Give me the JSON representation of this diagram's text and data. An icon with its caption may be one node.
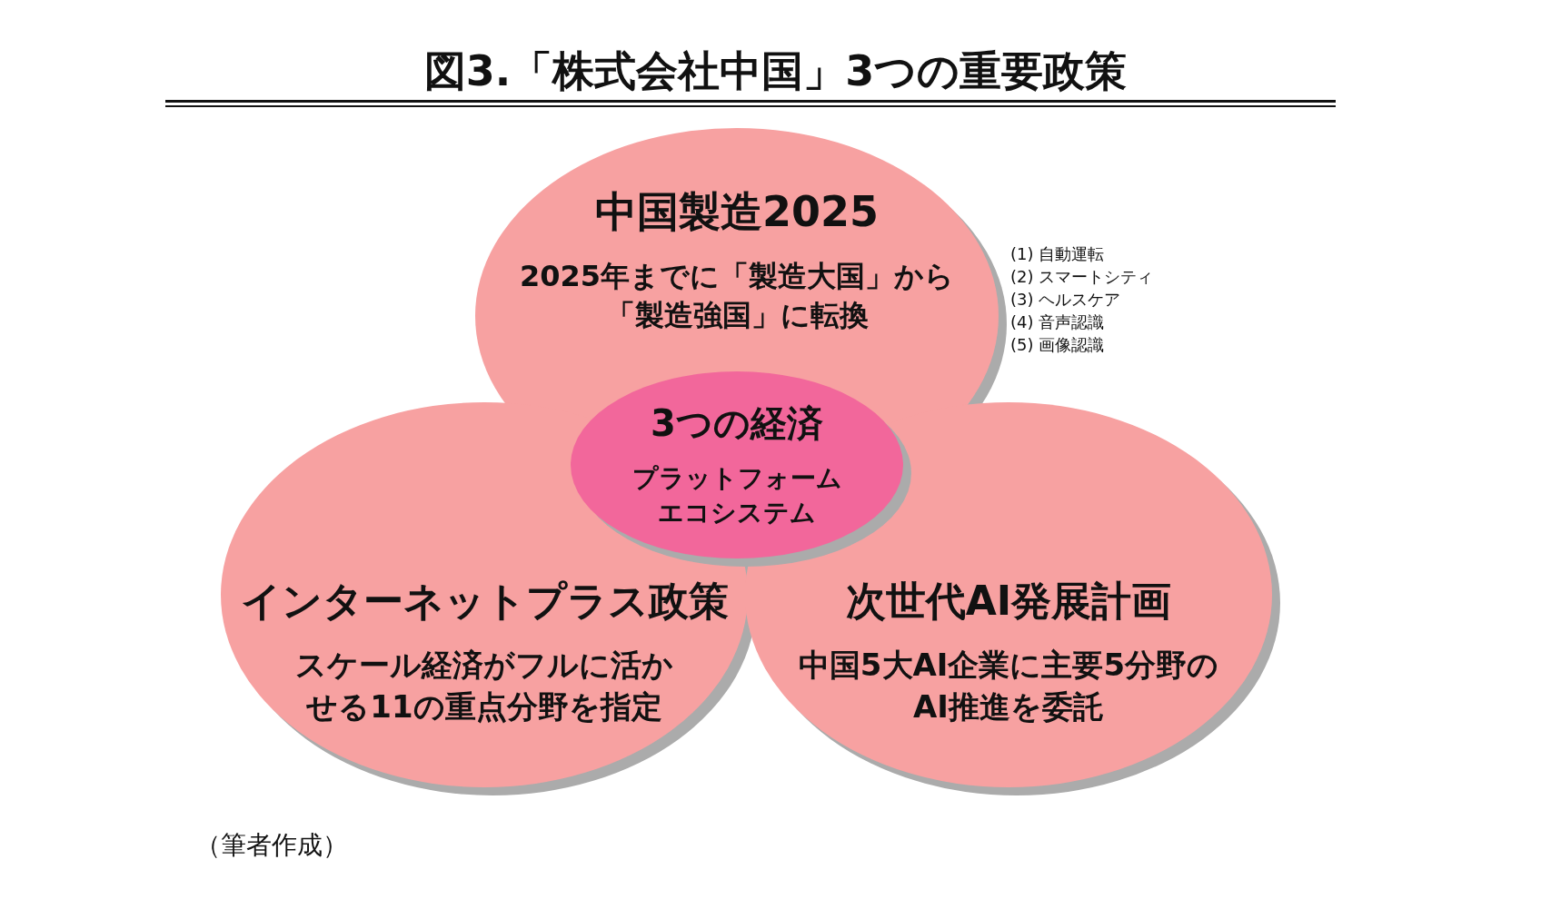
{
  "diagram": {
    "title": "図3.「株式会社中国」3つの重要政策",
    "caption": "（筆者作成）",
    "nodes": [
      {
        "text": [
          "中国製造2025",
          "2025年までに「製造大国」から「製造強国」に転換"
        ]
      },
      {
        "text": [
          "3つの経済",
          "プラットフォームエコシステム"
        ]
      },
      {
        "text": [
          "インターネットプラス政策",
          "スケール経済がフルに活かせる11の重点分野を指定"
        ]
      },
      {
        "text": [
          "次世代AI発展計画",
          "中国5大AI企業に主要5分野のAI推進を委託"
        ]
      }
    ],
    "edges": [],
    "labels": [
      "(1) 自動運転",
      "(2) スマートシティ",
      "(3) ヘルスケア",
      "(4) 音声認識",
      "(5) 画像認識"
    ]
  }
}
